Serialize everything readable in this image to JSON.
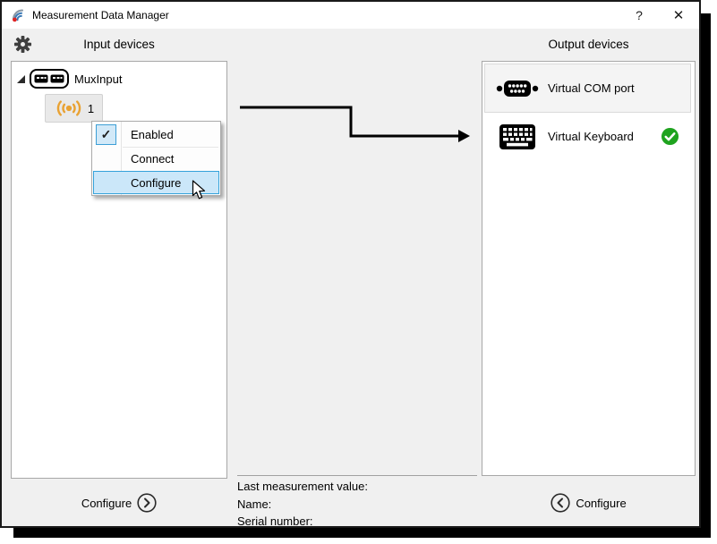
{
  "window": {
    "title": "Measurement Data Manager",
    "help_label": "?",
    "close_label": "✕"
  },
  "headers": {
    "input": "Input devices",
    "output": "Output devices"
  },
  "tree": {
    "root_label": "MuxInput",
    "child_label": "1"
  },
  "context_menu": {
    "items": [
      {
        "label": "Enabled",
        "checked": true
      },
      {
        "label": "Connect",
        "checked": false
      },
      {
        "label": "Configure",
        "checked": false,
        "highlighted": true
      }
    ],
    "check_glyph": "✓"
  },
  "output_list": [
    {
      "label": "Virtual COM port",
      "icon": "serial-port-icon",
      "selected": true
    },
    {
      "label": "Virtual Keyboard",
      "icon": "keyboard-icon",
      "connected": true
    }
  ],
  "info_panel": {
    "lines": [
      "Last measurement value:",
      "Name:",
      "Serial number:"
    ]
  },
  "footer": {
    "configure_left": "Configure",
    "configure_right": "Configure"
  },
  "colors": {
    "window_background": "#f0f0f0",
    "panel_border": "#a7a7a7",
    "menu_highlight": "#cbe7f9",
    "menu_highlight_border": "#35a2da",
    "wireless_orange": "#e9a233",
    "connected_green": "#1fa31f",
    "logo_red": "#e02424",
    "logo_blue": "#3a78b5"
  }
}
